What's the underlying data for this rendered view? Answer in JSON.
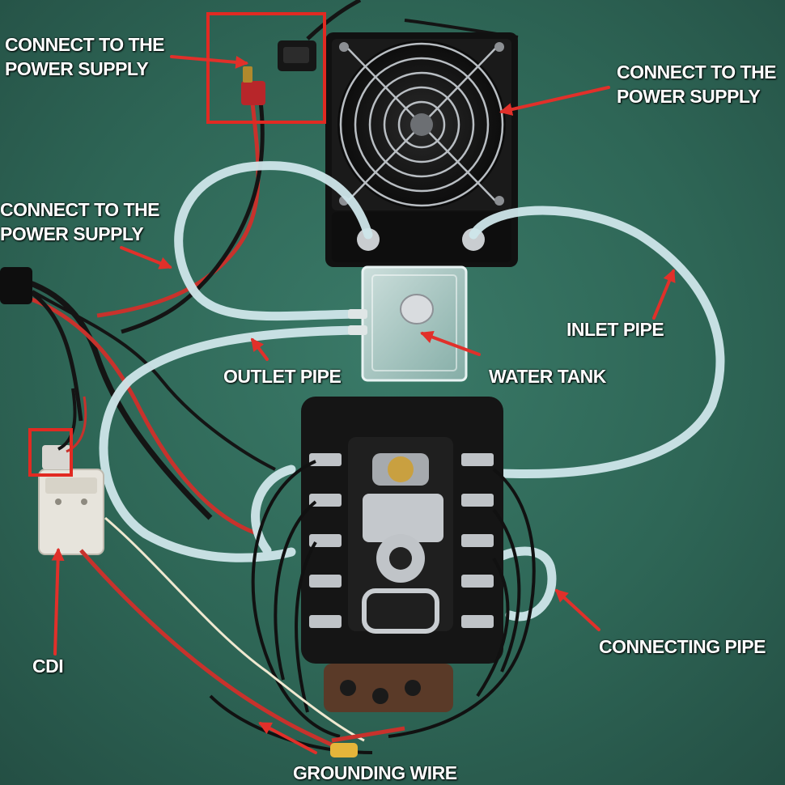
{
  "colors": {
    "background": "#2f6a5a",
    "pipe": "#cfe6ea",
    "red_wire": "#c8322c",
    "black_wire": "#141414",
    "arrow": "#e1302a",
    "highlight_box": "#e12a22",
    "label_text": "#ffffff"
  },
  "labels": {
    "power_supply_top_left": {
      "line1": "CONNECT TO THE",
      "line2": "POWER SUPPLY"
    },
    "power_supply_fan": {
      "line1": "CONNECT TO THE",
      "line2": "POWER SUPPLY"
    },
    "power_supply_left": {
      "line1": "CONNECT TO THE",
      "line2": "POWER SUPPLY"
    },
    "inlet_pipe": "INLET PIPE",
    "outlet_pipe": "OUTLET PIPE",
    "water_tank": "WATER TANK",
    "cdi": "CDI",
    "connecting_pipe": "CONNECTING PIPE",
    "grounding_wire": "GROUNDING WIRE"
  },
  "icons": {
    "fan": "fan-icon",
    "tank": "water-tank-icon",
    "engine": "engine-icon",
    "cdi_module": "cdi-module-icon",
    "connector": "plug-connector-icon"
  }
}
